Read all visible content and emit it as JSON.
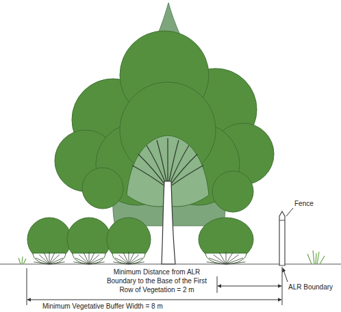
{
  "diagram": {
    "labels": [
      "Fence",
      "Minimum Distance from ALR Boundary to the Base of the First Row of Vegetation = 2 m",
      "ALR Boundary",
      "Minimum Vegetative Buffer Width = 8 m"
    ]
  }
}
